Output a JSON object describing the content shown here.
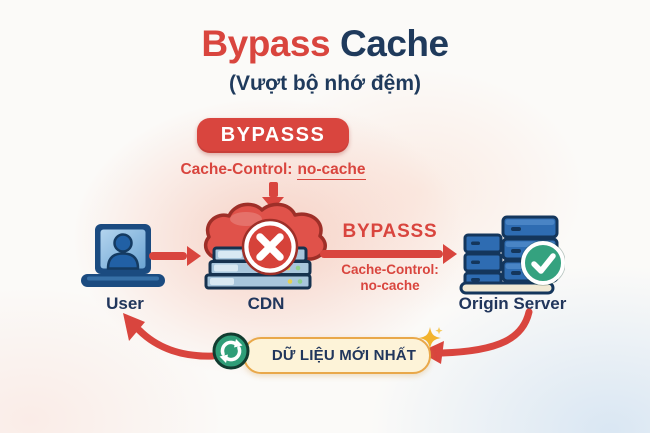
{
  "title": {
    "highlight": "Bypass",
    "rest": "Cache"
  },
  "subtitle": "(Vượt bộ nhớ đệm)",
  "bypass_callout": {
    "badge": "BYPASSS",
    "header": "Cache-Control:",
    "header_value": "no-cache"
  },
  "nodes": {
    "user": {
      "label": "User"
    },
    "cdn": {
      "label": "CDN"
    },
    "origin_server": {
      "label": "Origin Server"
    }
  },
  "request_arrow": {
    "label": "BYPASSS",
    "header_line1": "Cache-Control:",
    "header_line2": "no-cache"
  },
  "response": {
    "label": "DỮ LIỆU MỚI NHẤT"
  },
  "colors": {
    "accent_red": "#d9453e",
    "navy": "#1f3a5c",
    "green": "#2f9e78",
    "gold": "#f2b32d",
    "pill_bg": "#fdf3d8",
    "pill_border": "#e9a84a"
  }
}
